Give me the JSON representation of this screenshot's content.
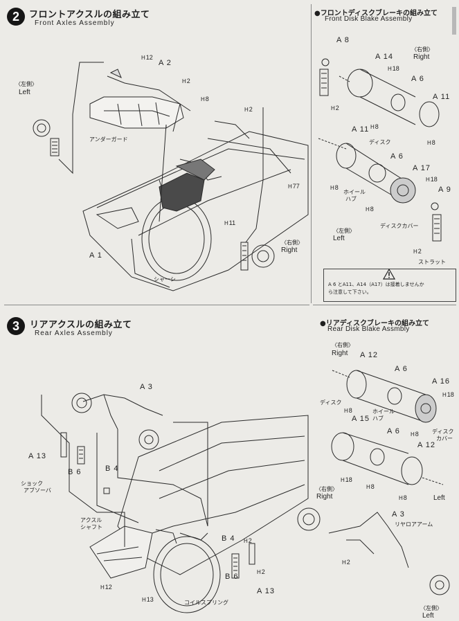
{
  "step2": {
    "number": "2",
    "title_jp": "フロントアクスルの組み立て",
    "title_en": "Front Axles Assembly",
    "labels": {
      "left_jp": "〈左側〉",
      "left_en": "Left",
      "right_jp": "〈右側〉",
      "right_en": "Right",
      "under_guard": "アンダーガード",
      "chassis": "シャーシ",
      "a1": "A 1",
      "a2": "A 2",
      "h12": "12",
      "h2a": "2",
      "h8": "8",
      "h2b": "2",
      "h11": "11",
      "h77": "77"
    }
  },
  "front_disk": {
    "title_jp": "●フロントディスクブレーキの組み立て",
    "title_en": "Front Disk Blake Assembly",
    "labels": {
      "a8": "A 8",
      "a14": "A 14",
      "h18a": "18",
      "right_jp": "〈右側〉",
      "right_en": "Right",
      "a6a": "A 6",
      "a11a": "A 11",
      "h2a": "2",
      "h8a": "8",
      "h8b": "8",
      "a11b": "A 11",
      "disk": "ディスク",
      "a6b": "A 6",
      "a17": "A 17",
      "h18b": "18",
      "a9": "A 9",
      "h8c": "8",
      "wheel_hub_1": "ホイール",
      "wheel_hub_2": "ハブ",
      "h8d": "8",
      "disk_cover": "ディスクカバー",
      "left_jp": "〈左側〉",
      "left_en": "Left",
      "h2b": "2",
      "strut": "ストラット"
    },
    "warning": {
      "line1": "A 6 とA11、A14（A17）は接着しませんか",
      "line2": "ら注意して下さい。"
    }
  },
  "step3": {
    "number": "3",
    "title_jp": "リアアクスルの組み立て",
    "title_en": "Rear Axles Assembly",
    "labels": {
      "a3": "A 3",
      "a13a": "A 13",
      "b6a": "B 6",
      "b4a": "B 4",
      "shock_1": "ショック",
      "shock_2": "アブソーバ",
      "axle_shaft_1": "アクスル",
      "axle_shaft_2": "シャフト",
      "b4b": "B 4",
      "h2a": "2",
      "b6b": "B 6",
      "h2b": "2",
      "a13b": "A 13",
      "h12": "12",
      "h13": "13",
      "coil_spring": "コイルスプリング"
    }
  },
  "rear_disk": {
    "title_jp": "●リアディスクブレーキの組み立て",
    "title_en": "Rear Disk Blake Assmbly",
    "labels": {
      "right_jp": "〈右側〉",
      "right_en": "Right",
      "a12a": "A 12",
      "a6a": "A 6",
      "a16": "A 16",
      "h18a": "18",
      "disk": "ディスク",
      "h8a": "8",
      "wheel_hub_1": "ホイール",
      "wheel_hub_2": "ハブ",
      "h8b": "8",
      "disk_cover_1": "ディスク",
      "disk_cover_2": "カバー",
      "a15": "A 15",
      "a6b": "A 6",
      "a12b": "A 12",
      "h18b": "18",
      "h8c": "8",
      "h8d": "8",
      "left_en_a": "Left",
      "right2_jp": "〈右側〉",
      "right2_en": "Right",
      "a3": "A 3",
      "rear_arm": "リヤロアアーム",
      "h2": "2",
      "left2_jp": "〈左側〉",
      "left2_en": "Left"
    }
  }
}
